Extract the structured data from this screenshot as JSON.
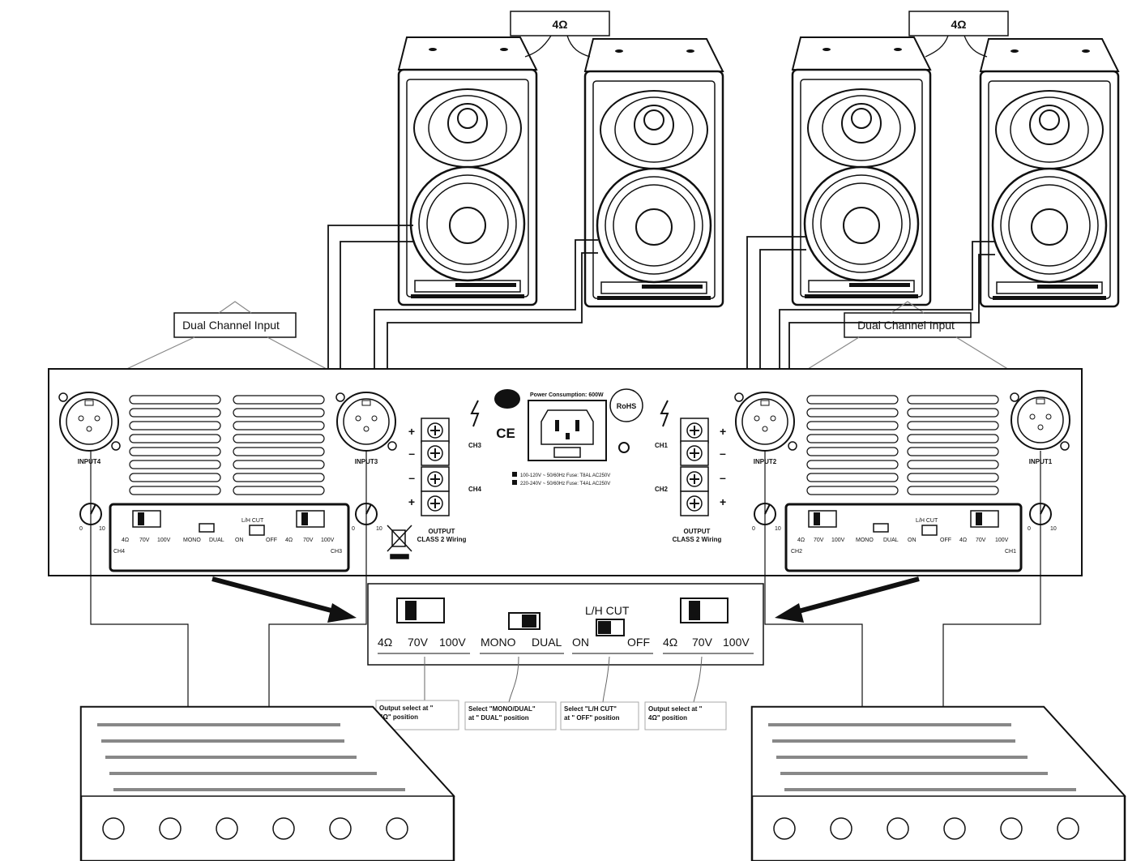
{
  "callouts": {
    "impedance_left": "4Ω",
    "impedance_right": "4Ω",
    "dual_input_left": "Dual Channel Input",
    "dual_input_right": "Dual Channel Input"
  },
  "panel": {
    "input_labels": [
      "INPUT4",
      "INPUT3",
      "INPUT2",
      "INPUT1"
    ],
    "terminal_labels": [
      "CH3",
      "CH4",
      "CH1",
      "CH2"
    ],
    "terminal_signs": [
      "+",
      "–",
      "–",
      "+",
      "+",
      "–",
      "–",
      "+"
    ],
    "output_label": "OUTPUT",
    "wiring_label": "CLASS 2 Wiring",
    "power_text": "Power Consumption: 600W",
    "power_spec_1": "100-120V ~ 50/60Hz Fuse: T8AL AC250V",
    "power_spec_2": "220-240V ~ 50/60Hz Fuse: T4AL AC250V",
    "ce_mark": "CE",
    "rohs_mark": "RoHS",
    "knob_scale": [
      "0",
      "10"
    ],
    "small_switch_labels": {
      "impedance": [
        "4Ω",
        "70V",
        "100V"
      ],
      "mode": [
        "MONO",
        "DUAL"
      ],
      "lh_cut": "L/H CUT",
      "lh_states": [
        "ON",
        "OFF"
      ]
    },
    "channel_group_labels": [
      "CH4",
      "CH3",
      "CH2",
      "CH1"
    ]
  },
  "detail": {
    "impedance_options": [
      "4Ω",
      "70V",
      "100V"
    ],
    "mode_options": [
      "MONO",
      "DUAL"
    ],
    "lh_cut_title": "L/H CUT",
    "lh_states": [
      "ON",
      "OFF"
    ],
    "impedance_options_right": [
      "4Ω",
      "70V",
      "100V"
    ]
  },
  "notes": [
    [
      "Output select at \"",
      "4Ω\" position"
    ],
    [
      "Select \"MONO/DUAL\"",
      "at \" DUAL\" position"
    ],
    [
      "Select \"L/H CUT\"",
      "at \" OFF\" position"
    ],
    [
      "Output select at \"",
      "4Ω\" position"
    ]
  ]
}
